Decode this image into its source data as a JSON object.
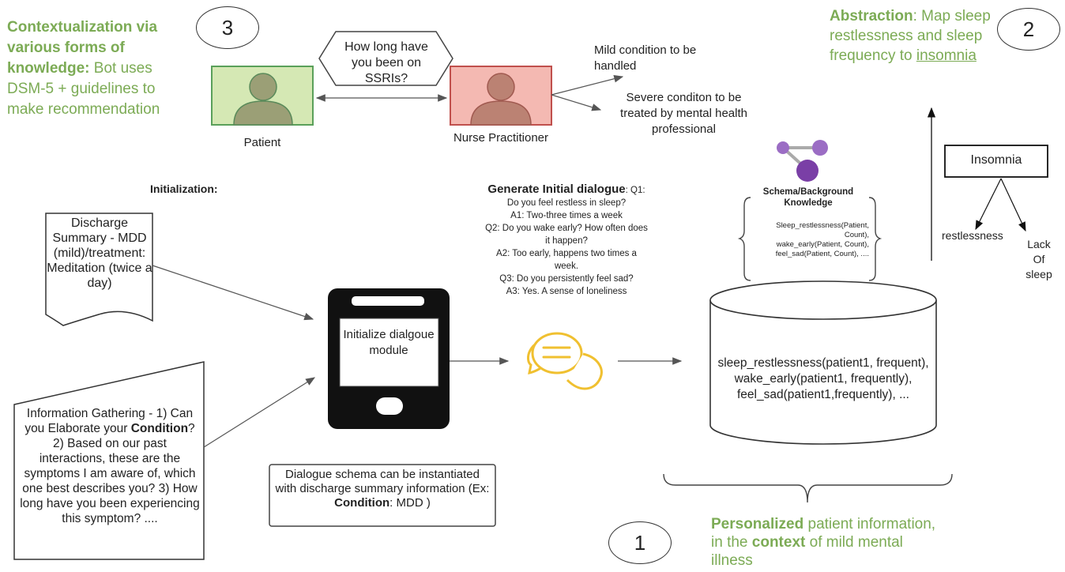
{
  "top_left_note": {
    "title_bold": "Contextualization via various forms of knowledge:",
    "rest": " Bot uses DSM-5 + guidelines to make recommendation"
  },
  "circle_3": "3",
  "circle_2": "2",
  "circle_1": "1",
  "question_hexagon": "How long have you been on SSRIs?",
  "patient_label": "Patient",
  "nurse_label": "Nurse Practitioner",
  "mild_condition": "Mild condition to be handled",
  "severe_condition": "Severe conditon to be treated by mental health professional",
  "abstraction": {
    "bold": "Abstraction",
    "text": ": Map sleep restlessness and sleep frequency to ",
    "underlined": "insomnia"
  },
  "insomnia_tree": {
    "root": "Insomnia",
    "left_child": "restlessness",
    "right_child": "Lack Of sleep"
  },
  "initialization_label": "Initialization:",
  "discharge_summary": "Discharge Summary - MDD (mild)/treatment: Meditation (twice a day)",
  "info_gathering": {
    "part1": "Information Gathering - 1) Can you Elaborate your ",
    "bold1": "Condition",
    "part2": "? 2) Based on our past interactions, these are the symptoms I am aware of, which one best describes you? 3) How long have you been experiencing this symptom? ...."
  },
  "phone_text": "Initialize dialgoue module",
  "dialogue_schema_note": {
    "text": "Dialogue schema can be instantiated with discharge summary information (Ex: ",
    "bold": "Condition",
    "tail": ": MDD )"
  },
  "generate_dialogue": {
    "heading": "Generate Initial dialogue",
    "lines": [
      ": Q1: Do you feel restless in sleep?",
      "A1: Two-three times a week",
      "Q2:  Do you wake early? How often does it happen?",
      "A2: Too early, happens two times a week.",
      "Q3: Do you persistently feel sad?",
      "A3: Yes. A sense of loneliness"
    ]
  },
  "schema_title": "Schema/Background Knowledge",
  "schema_lines": [
    "Sleep_restlessness(Patient, Count),",
    "wake_early(Patient, Count),",
    "feel_sad(Patient, Count), ...."
  ],
  "database_text": "sleep_restlessness(patient1, frequent), wake_early(patient1, frequently), feel_sad(patient1,frequently), ...",
  "personalized_note": {
    "bold1": "Personalized",
    "text1": " patient information, in the ",
    "bold2": "context",
    "text2": " of mild mental illness"
  },
  "colors": {
    "accent_green": "#7cab55",
    "patient_fill": "#d5e8b4",
    "patient_border": "#5aa05a",
    "nurse_fill": "#f4b9b2",
    "nurse_border": "#c0504d",
    "chat_icon": "#f0c030",
    "graph_purple": "#8a4fb3"
  }
}
